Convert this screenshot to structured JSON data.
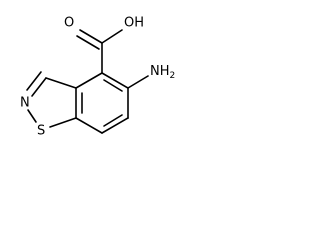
{
  "molecule": {
    "atom_labels": {
      "oxygen": "O",
      "hydroxyl": "OH",
      "amino": "NH",
      "amino_subscript": "2",
      "nitrogen": "N",
      "sulfur": "S"
    }
  }
}
